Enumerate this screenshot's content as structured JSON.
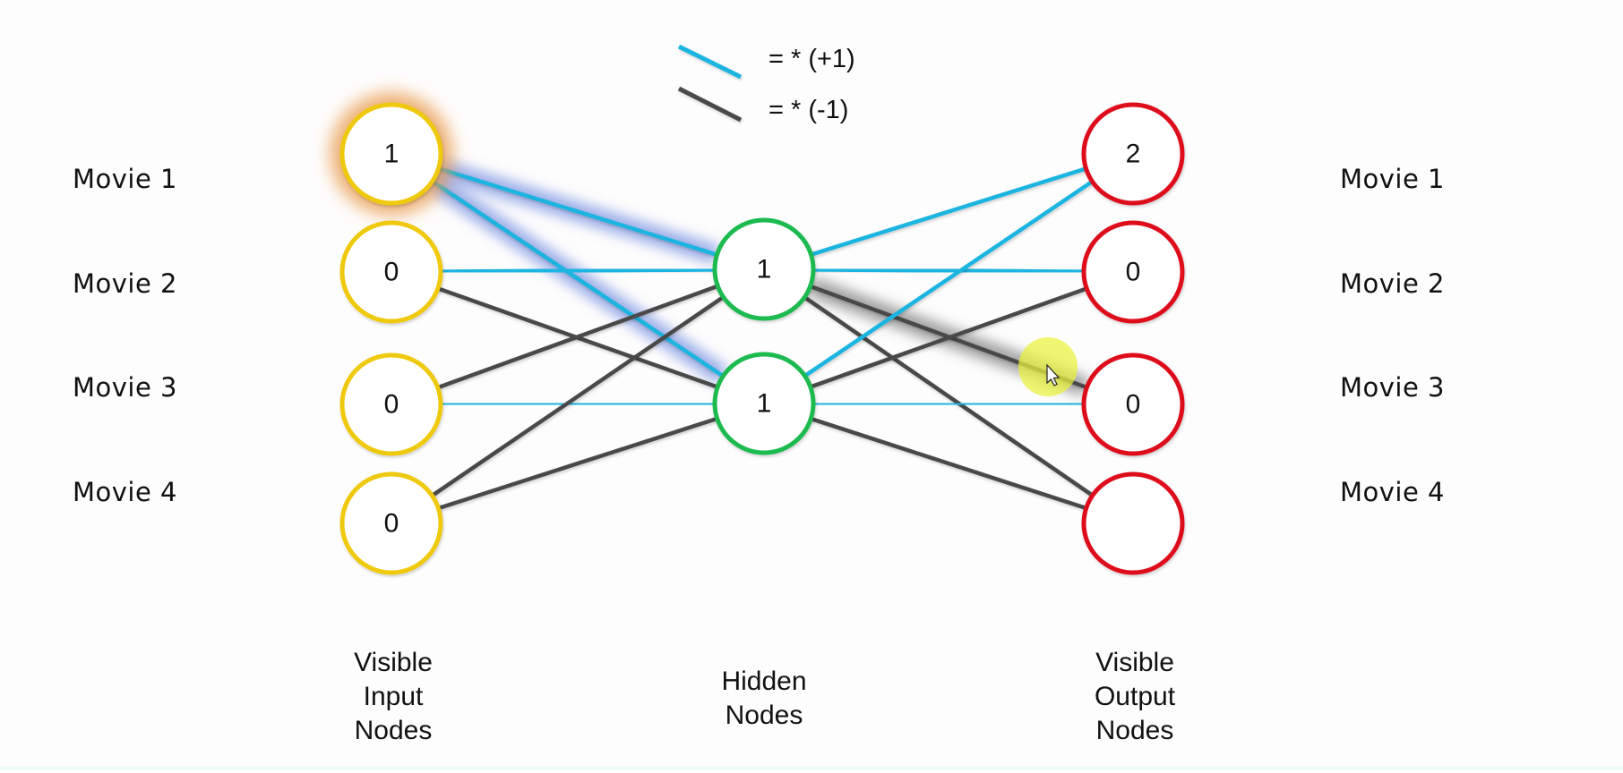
{
  "legend": {
    "positive": {
      "label": "= * (+1)",
      "color": "#1ab4e0"
    },
    "negative": {
      "label": "= * (-1)",
      "color": "#4a4a4a"
    }
  },
  "colors": {
    "input_border": "#efc90c",
    "hidden_border": "#1cba50",
    "output_border": "#dd0a1a",
    "input_glow": "#e89a4a",
    "highlight_blue_glow": "#4a6fd8",
    "highlight_gray_glow": "#555555",
    "cursor_highlight": "#e9f23a"
  },
  "row_labels_left": [
    "Movie 1",
    "Movie 2",
    "Movie 3",
    "Movie 4"
  ],
  "row_labels_right": [
    "Movie 1",
    "Movie 2",
    "Movie 3",
    "Movie 4"
  ],
  "column_labels": {
    "input": [
      "Visible",
      "Input",
      "Nodes"
    ],
    "hidden": [
      "Hidden",
      "Nodes"
    ],
    "output": [
      "Visible",
      "Output",
      "Nodes"
    ]
  },
  "layers": {
    "input": [
      {
        "value": "1",
        "highlighted": true
      },
      {
        "value": "0",
        "highlighted": false
      },
      {
        "value": "0",
        "highlighted": false
      },
      {
        "value": "0",
        "highlighted": false
      }
    ],
    "hidden": [
      {
        "value": "1"
      },
      {
        "value": "1"
      }
    ],
    "output": [
      {
        "value": "2"
      },
      {
        "value": "0"
      },
      {
        "value": "0"
      },
      {
        "value": ""
      }
    ]
  },
  "edges_input_hidden": [
    {
      "from": 0,
      "to": 0,
      "sign": 1,
      "highlight": true
    },
    {
      "from": 0,
      "to": 1,
      "sign": 1,
      "highlight": true
    },
    {
      "from": 1,
      "to": 0,
      "sign": 1,
      "highlight": false
    },
    {
      "from": 1,
      "to": 1,
      "sign": -1,
      "highlight": false
    },
    {
      "from": 2,
      "to": 0,
      "sign": -1,
      "highlight": false
    },
    {
      "from": 2,
      "to": 1,
      "sign": 1,
      "highlight": false
    },
    {
      "from": 3,
      "to": 0,
      "sign": -1,
      "highlight": false
    },
    {
      "from": 3,
      "to": 1,
      "sign": -1,
      "highlight": false
    }
  ],
  "edges_hidden_output": [
    {
      "from": 0,
      "to": 0,
      "sign": 1,
      "highlight": false
    },
    {
      "from": 0,
      "to": 1,
      "sign": 1,
      "highlight": false
    },
    {
      "from": 0,
      "to": 2,
      "sign": -1,
      "highlight": true
    },
    {
      "from": 0,
      "to": 3,
      "sign": -1,
      "highlight": false
    },
    {
      "from": 1,
      "to": 0,
      "sign": 1,
      "highlight": false
    },
    {
      "from": 1,
      "to": 1,
      "sign": -1,
      "highlight": false
    },
    {
      "from": 1,
      "to": 2,
      "sign": 1,
      "highlight": true
    },
    {
      "from": 1,
      "to": 3,
      "sign": -1,
      "highlight": false
    }
  ]
}
